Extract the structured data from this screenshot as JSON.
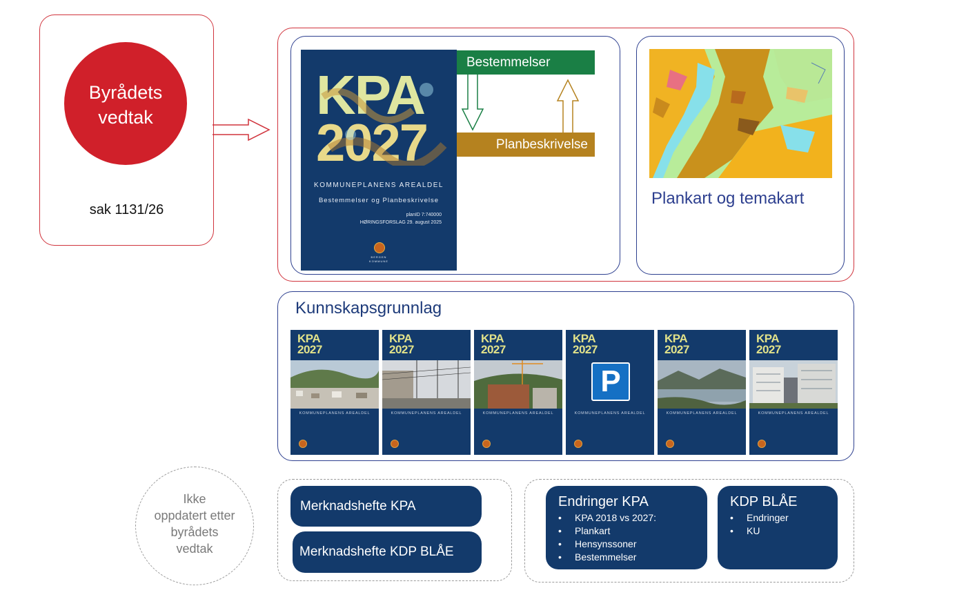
{
  "decision": {
    "circle_line1": "Byrådets",
    "circle_line2": "vedtak",
    "case": "sak 1131/26",
    "color": "#d0202a"
  },
  "main_cover": {
    "kpa": "KPA",
    "year": "2027",
    "title": "KOMMUNEPLANENS AREALDEL",
    "subtitle": "Bestemmelser og Planbeskrivelse",
    "plan_id": "planID 7:740000",
    "hearing": "HØRINGSFORSLAG 29. august 2025",
    "seal_text1": "BERGEN",
    "seal_text2": "KOMMUNE"
  },
  "flow": {
    "bestemmelser": "Bestemmelser",
    "planbeskrivelse": "Planbeskrivelse",
    "green": "#1a7f45",
    "brown": "#b5821f"
  },
  "map": {
    "caption": "Plankart og temakart"
  },
  "knowledge": {
    "title": "Kunnskapsgrunnlag",
    "covers": [
      {
        "kpa": "KPA",
        "year": "2027",
        "sub": "KOMMUNEPLANENS AREALDEL",
        "icon": "city-photo"
      },
      {
        "kpa": "KPA",
        "year": "2027",
        "sub": "KOMMUNEPLANENS AREALDEL",
        "icon": "rail-photo"
      },
      {
        "kpa": "KPA",
        "year": "2027",
        "sub": "KOMMUNEPLANENS AREALDEL",
        "icon": "construction-photo"
      },
      {
        "kpa": "KPA",
        "year": "2027",
        "sub": "KOMMUNEPLANENS AREALDEL",
        "icon": "parking-sign",
        "parking": "P"
      },
      {
        "kpa": "KPA",
        "year": "2027",
        "sub": "KOMMUNEPLANENS AREALDEL",
        "icon": "fjord-photo"
      },
      {
        "kpa": "KPA",
        "year": "2027",
        "sub": "KOMMUNEPLANENS AREALDEL",
        "icon": "buildings-photo"
      }
    ]
  },
  "not_updated": {
    "line1": "Ikke",
    "line2": "oppdatert etter",
    "line3": "byrådets",
    "line4": "vedtak"
  },
  "merknad": {
    "kpa": "Merknadshefte KPA",
    "kdp": "Merknadshefte KDP BLÅE"
  },
  "endringer": {
    "title": "Endringer KPA",
    "items": [
      "KPA 2018 vs 2027:",
      "Plankart",
      "Hensynssoner",
      "Bestemmelser"
    ]
  },
  "kdp": {
    "title": "KDP BLÅE",
    "items": [
      "Endringer",
      "KU"
    ]
  }
}
